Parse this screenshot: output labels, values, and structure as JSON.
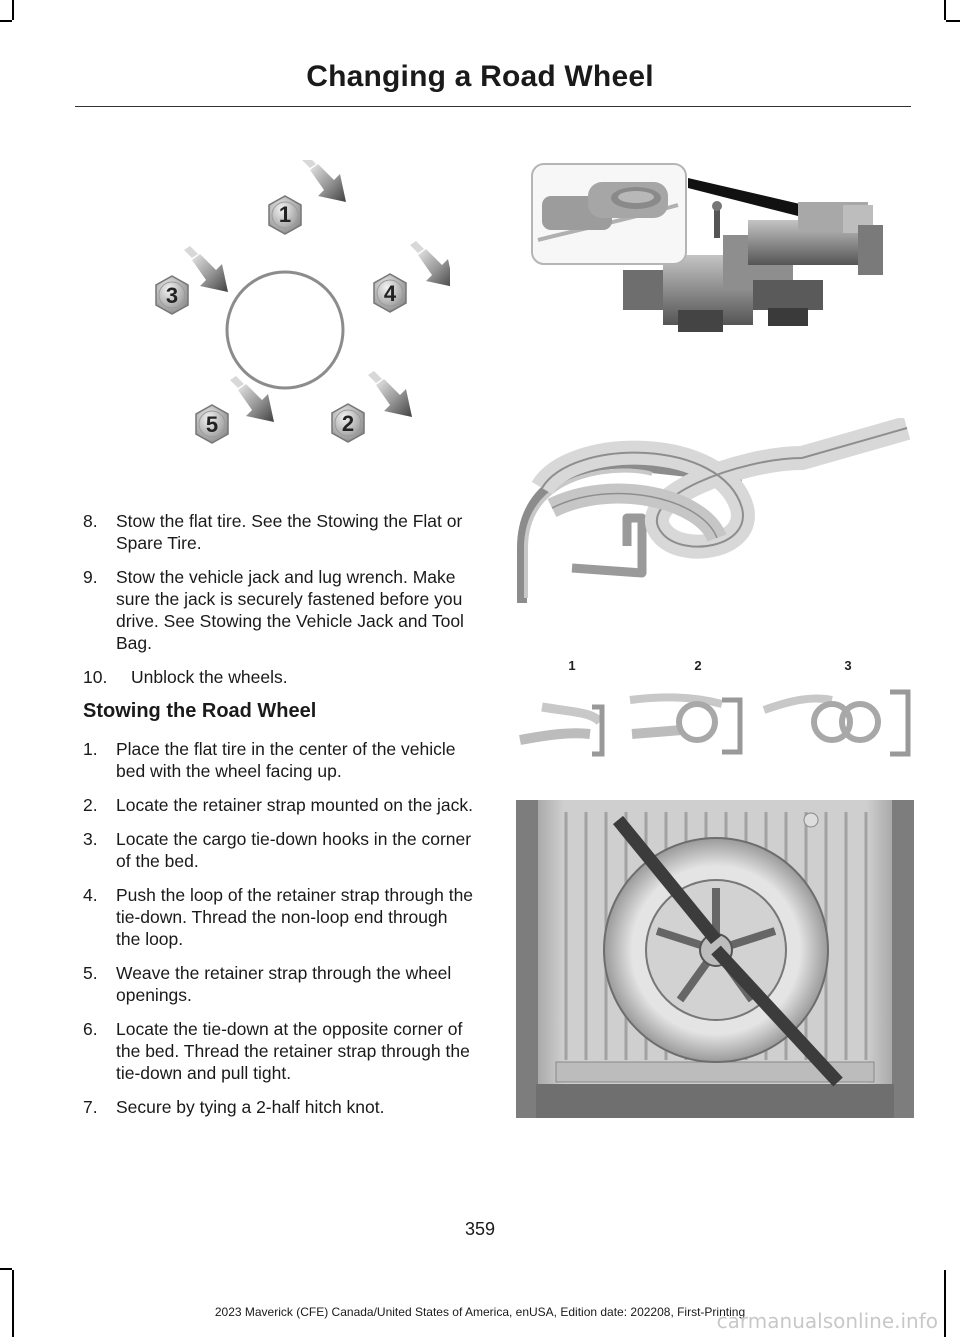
{
  "page": {
    "title": "Changing a Road Wheel",
    "page_number": "359",
    "footer": "2023 Maverick (CFE) Canada/United States of America, enUSA, Edition date: 202208, First-Printing",
    "watermark": "carmanualsonline.info"
  },
  "lug_nut_figure": {
    "nut_labels": [
      "1",
      "2",
      "3",
      "4",
      "5"
    ]
  },
  "knot_steps_figure": {
    "step_labels": [
      "1",
      "2",
      "3"
    ]
  },
  "steps_top": [
    {
      "num": "8.",
      "text": "Stow the flat tire. See the Stowing the Flat or Spare Tire."
    },
    {
      "num": "9.",
      "text": "Stow the vehicle jack and lug wrench. Make sure the jack is securely fastened before you drive. See Stowing the Vehicle Jack and Tool Bag."
    },
    {
      "num": "10.",
      "text": "Unblock the wheels."
    }
  ],
  "section": {
    "heading": "Stowing the Road Wheel",
    "steps": [
      {
        "num": "1.",
        "text": "Place the flat tire in the center of the vehicle bed with the wheel facing up."
      },
      {
        "num": "2.",
        "text": "Locate the retainer strap mounted on the jack."
      },
      {
        "num": "3.",
        "text": "Locate the cargo tie-down hooks in the corner of the bed."
      },
      {
        "num": "4.",
        "text": "Push the loop of the retainer strap through the tie-down. Thread the non-loop end through the loop."
      },
      {
        "num": "5.",
        "text": "Weave the retainer strap through the wheel openings."
      },
      {
        "num": "6.",
        "text": "Locate the tie-down at the opposite corner of the bed. Thread the retainer strap through the tie-down and pull tight."
      },
      {
        "num": "7.",
        "text": "Secure by tying a 2-half hitch knot."
      }
    ]
  }
}
